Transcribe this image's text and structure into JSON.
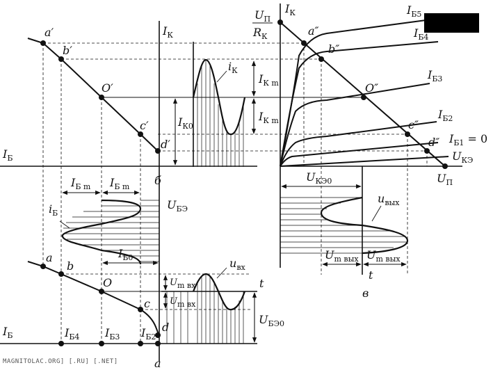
{
  "labels": {
    "ib_left": "I",
    "ib_left_sub": "Б",
    "ik_top_mid": "I",
    "ik_top_mid_sub": "К",
    "ik_right": "I",
    "ik_right_sub": "К",
    "up_num": "U",
    "up_num_sub": "П",
    "rk_den": "R",
    "rk_den_sub": "К",
    "ikm_1": "I",
    "ikm_1_sub": "К m",
    "ikm_2": "I",
    "ikm_2_sub": "К m",
    "ik0": "I",
    "ik0_sub": "К0",
    "ik_wave": "i",
    "ik_wave_sub": "К",
    "pt_a1": "a′",
    "pt_b1": "b′",
    "pt_o1": "O′",
    "pt_c1": "c′",
    "pt_d1": "d′",
    "pt_a2": "a″",
    "pt_b2": "b″",
    "pt_o2": "O″",
    "pt_c2": "c″",
    "pt_d2": "d″",
    "ib5": "I",
    "ib5_sub": "Б5",
    "ib4": "I",
    "ib4_sub": "Б4",
    "ib3": "I",
    "ib3_sub": "Б3",
    "ib2": "I",
    "ib2_sub": "Б2",
    "ib1": "I",
    "ib1_sub": "Б1",
    "ib1_eq": " = 0",
    "uke": "U",
    "uke_sub": "КЭ",
    "up_axis": "U",
    "up_axis_sub": "П",
    "b_label": "б",
    "ibm_1": "I",
    "ibm_1_sub": "Б m",
    "ibm_2": "I",
    "ibm_2_sub": "Б m",
    "ib_wave": "i",
    "ib_wave_sub": "Б",
    "ube": "U",
    "ube_sub": "БЭ",
    "ib0": "I",
    "ib0_sub": "Б0",
    "uke0": "U",
    "uke0_sub": "КЭ0",
    "uvyh": "u",
    "uvyh_sub": "вых",
    "umvyh_1": "U",
    "umvyh_1_sub": "m вых",
    "umvyh_2": "U",
    "umvyh_2_sub": "m вых",
    "t_right": "t",
    "v_label": "в",
    "uvx": "u",
    "uvx_sub": "вх",
    "umvx_1": "U",
    "umvx_1_sub": "m вх",
    "umvx_2": "U",
    "umvx_2_sub": "m вх",
    "t_bottom": "t",
    "ube0": "U",
    "ube0_sub": "БЭ0",
    "pt_a": "a",
    "pt_b": "b",
    "pt_o": "O",
    "pt_c": "c",
    "pt_d": "d",
    "ib_bottom": "I",
    "ib_bottom_sub": "Б",
    "ib4_b": "I",
    "ib4_b_sub": "Б4",
    "ib3_b": "I",
    "ib3_b_sub": "Б3",
    "ib2_b": "I",
    "ib2_b_sub": "Б2",
    "a_label": "а"
  },
  "watermark": "MAGNITOLAC.ORG] [.RU] [.NET]"
}
